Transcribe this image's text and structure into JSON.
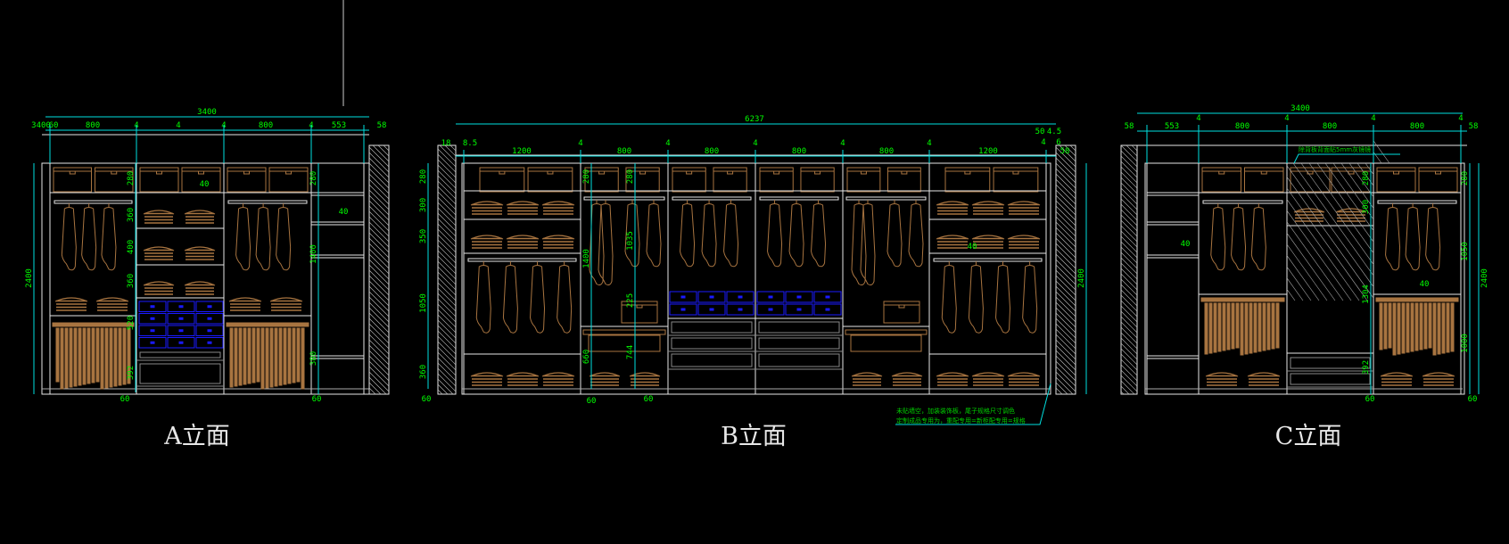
{
  "colors": {
    "background": "#000000",
    "line": "#e6e6e6",
    "dimension": "#00e0e0",
    "dim_text": "#00ff00",
    "clothing": "#a87440",
    "drawer": "#1a1aff",
    "hatch": "#bbbbbb"
  },
  "elevations": {
    "A": {
      "title": "A立面",
      "top_dims": [
        "3400",
        "60",
        "4",
        "800",
        "4",
        "800",
        "4",
        "800",
        "4",
        "553",
        "58"
      ],
      "side_dims": [
        "2400",
        "280",
        "360",
        "400",
        "360",
        "520",
        "392",
        "280",
        "1400",
        "380",
        "40",
        "40"
      ],
      "bottom_dims": [
        "60",
        "60"
      ]
    },
    "B": {
      "title": "B立面",
      "top_dims": [
        "6237",
        "18",
        "8.5",
        "1200",
        "4",
        "800",
        "4",
        "800",
        "4",
        "800",
        "4",
        "800",
        "4",
        "1200",
        "50",
        "4.5",
        "4",
        "6",
        "58"
      ],
      "side_dims": [
        "280",
        "300",
        "350",
        "1050",
        "360",
        "280",
        "280",
        "1400",
        "1035",
        "225",
        "660",
        "744",
        "2400",
        "40"
      ],
      "bottom_dims": [
        "60",
        "60",
        "60"
      ],
      "note_lines": [
        "未贴墙空，加装装饰板，尾子规格尺寸调色",
        "定制成品专用为，重配专用=新柜配专用=规格"
      ]
    },
    "C": {
      "title": "C立面",
      "top_dims": [
        "3400",
        "58",
        "553",
        "4",
        "800",
        "4",
        "800",
        "4",
        "800",
        "4",
        "58"
      ],
      "side_dims": [
        "280",
        "300",
        "1304",
        "392",
        "280",
        "1050",
        "1000",
        "2400",
        "40",
        "40"
      ],
      "bottom_dims": [
        "60",
        "60"
      ],
      "note": "除背板背面贴5mm灰镜镜"
    }
  }
}
